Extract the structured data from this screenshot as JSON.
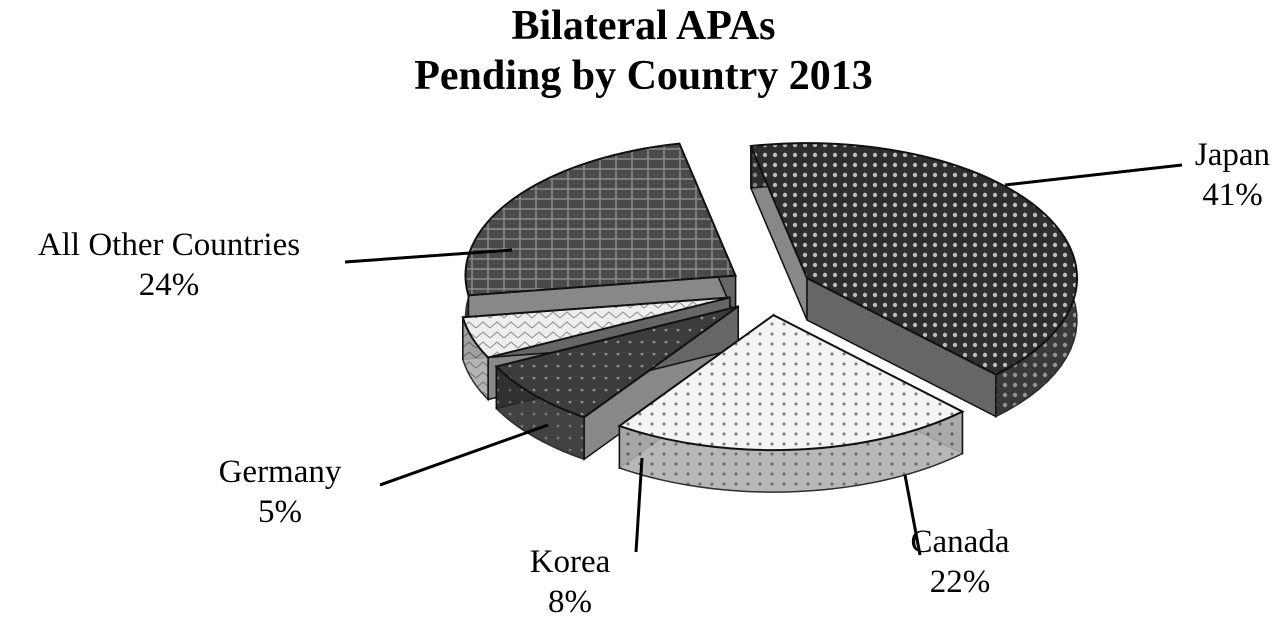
{
  "chart_data": {
    "type": "pie",
    "title": [
      "Bilateral APAs",
      "Pending by Country 2013"
    ],
    "style": "3d-exploded-patterned",
    "slices": [
      {
        "label": "Japan",
        "value": 41,
        "value_label": "41%",
        "color": "#3a3a3a"
      },
      {
        "label": "Canada",
        "value": 22,
        "value_label": "22%",
        "color": "#e0e0e0"
      },
      {
        "label": "Korea",
        "value": 8,
        "value_label": "8%",
        "color": "#444444"
      },
      {
        "label": "Germany",
        "value": 5,
        "value_label": "5%",
        "color": "#d8d8d8"
      },
      {
        "label": "All Other Countries",
        "value": 24,
        "value_label": "24%",
        "color": "#555555"
      }
    ],
    "legend": "none"
  }
}
